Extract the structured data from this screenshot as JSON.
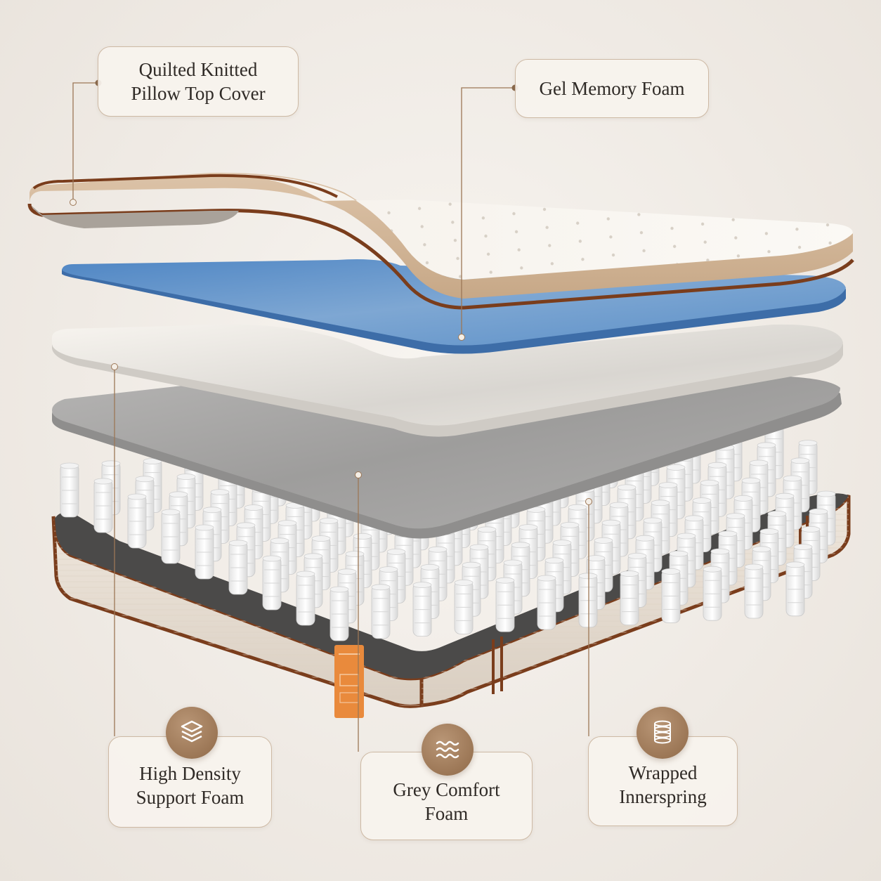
{
  "labels": {
    "pillow_top": {
      "line1": "Quilted Knitted",
      "line2": "Pillow Top Cover"
    },
    "gel_foam": {
      "line1": "Gel Memory Foam"
    },
    "support_foam": {
      "line1": "High Density",
      "line2": "Support Foam"
    },
    "comfort_foam": {
      "line1": "Grey Comfort",
      "line2": "Foam"
    },
    "innerspring": {
      "line1": "Wrapped",
      "line2": "Innerspring"
    }
  },
  "icons": {
    "support_foam": "layers-icon",
    "comfort_foam": "waves-icon",
    "innerspring": "coil-spring-icon"
  },
  "colors": {
    "accent_brown": "#9c7756",
    "border_brown": "#7a3d1c",
    "gel_blue": "#6f9ccc",
    "grey_foam": "#a8a7a6",
    "cream_foam": "#f1ede6",
    "orange_tag": "#e98a3c"
  }
}
